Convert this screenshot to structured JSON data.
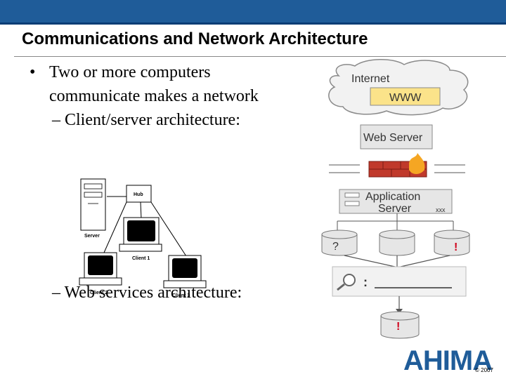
{
  "slide": {
    "title": "Communications and Network Architecture",
    "bullets": {
      "b1_line1": "Two or more computers",
      "b1_line2": "communicate makes a network",
      "sub1": "– Client/server architecture:",
      "sub2": "– Web services architecture:"
    }
  },
  "client_server_diagram": {
    "hub": "Hub",
    "server": "Server",
    "client1": "Client 1",
    "client2": "Client 2",
    "client3": "Client 3"
  },
  "web_diagram": {
    "internet": "Internet",
    "www": "WWW",
    "web_server": "Web Server",
    "app_server_line1": "Application",
    "app_server_line2": "Server",
    "app_code": "xxx",
    "db_left_mark": "?",
    "db_right_mark": "!",
    "search_colon": ":",
    "result_mark": "!"
  },
  "footer": {
    "logo": "AHIMA",
    "copyright": "© 2007"
  },
  "colors": {
    "header_bar": "#1f5c99",
    "www_box": "#fbe38a",
    "alert_red": "#d0021b",
    "logo_blue": "#1f5c99",
    "firewall": "#c0392b"
  }
}
